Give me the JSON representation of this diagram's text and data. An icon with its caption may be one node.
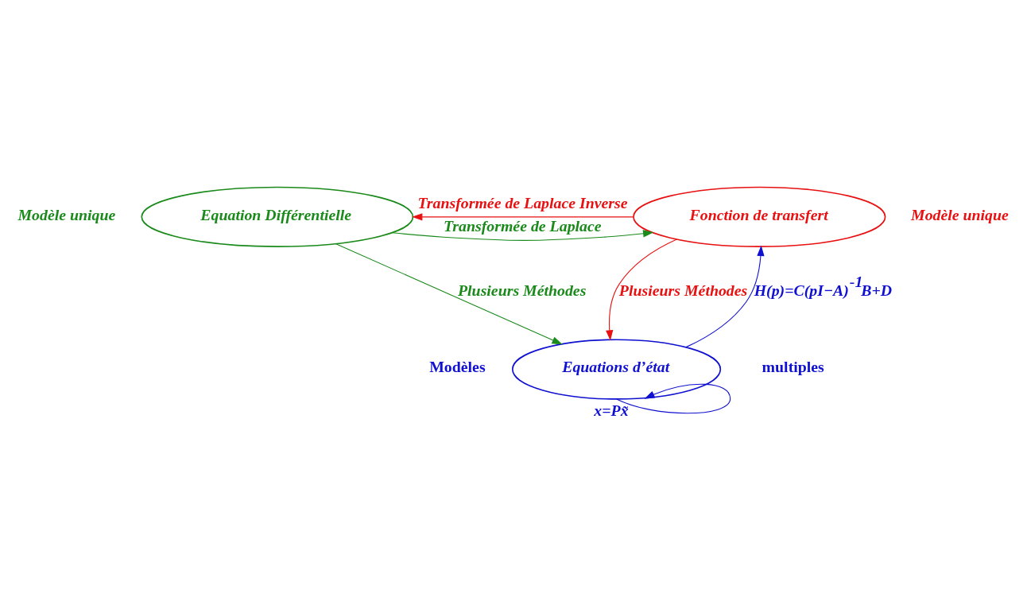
{
  "diagram": {
    "nodes": [
      {
        "text": [
          "Equation Différentielle"
        ],
        "beside": [
          "Modèle unique"
        ]
      },
      {
        "text": [
          "Fonction de transfert"
        ],
        "beside": [
          "Modèle unique"
        ]
      },
      {
        "text": [
          "Equations d’état"
        ],
        "beside": [
          "Modèles",
          "multiples"
        ]
      }
    ],
    "edges": [
      {
        "from": 0,
        "to": 1,
        "arrow": "to",
        "label": "Transformée de Laplace",
        "color": "#1a8a1a"
      },
      {
        "from": 1,
        "to": 0,
        "arrow": "to",
        "label": "Transformée de Laplace Inverse",
        "color": "#e81010"
      },
      {
        "from": 0,
        "to": 2,
        "arrow": "to",
        "label": "Plusieurs Méthodes",
        "color": "#1a8a1a"
      },
      {
        "from": 1,
        "to": 2,
        "arrow": "to",
        "label": "Plusieurs Méthodes",
        "color": "#e81010"
      },
      {
        "from": 2,
        "to": 1,
        "arrow": "to",
        "label": "H(p)=C(pI−A)$^{-1}$B+D",
        "color": "#1010d0"
      },
      {
        "from": 2,
        "to": 2,
        "arrow": "to",
        "label": "x=Px̃",
        "color": "#1010d0"
      }
    ]
  }
}
